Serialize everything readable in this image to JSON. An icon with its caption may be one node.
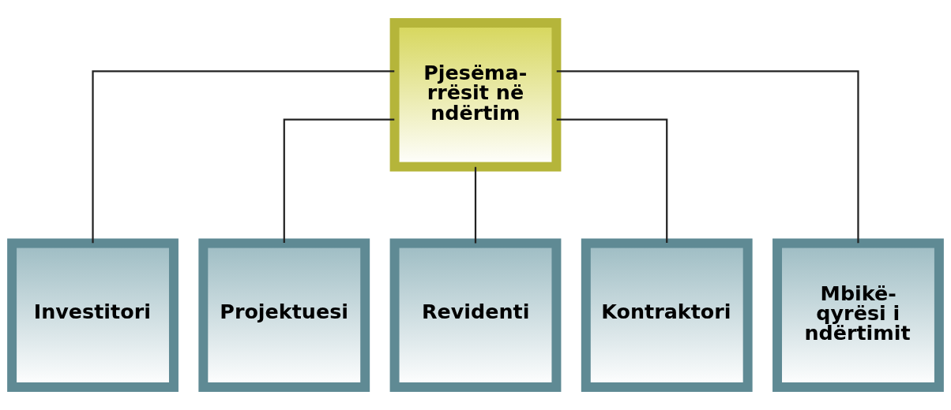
{
  "diagram": {
    "nodes": [
      {
        "text": [
          "Pjesëma- rrësit në ndërtim"
        ]
      },
      {
        "text": [
          "Investitori"
        ]
      },
      {
        "text": [
          "Projektuesi"
        ]
      },
      {
        "text": [
          "Revidenti"
        ]
      },
      {
        "text": [
          "Kontraktori"
        ]
      },
      {
        "text": [
          "Mbikë- qyrësi i ndërtimit"
        ]
      }
    ],
    "edges": [
      {
        "from": 0,
        "to": 1,
        "arrow": "none"
      },
      {
        "from": 0,
        "to": 2,
        "arrow": "none"
      },
      {
        "from": 0,
        "to": 3,
        "arrow": "none"
      },
      {
        "from": 0,
        "to": 4,
        "arrow": "none"
      },
      {
        "from": 0,
        "to": 5,
        "arrow": "none"
      }
    ]
  }
}
